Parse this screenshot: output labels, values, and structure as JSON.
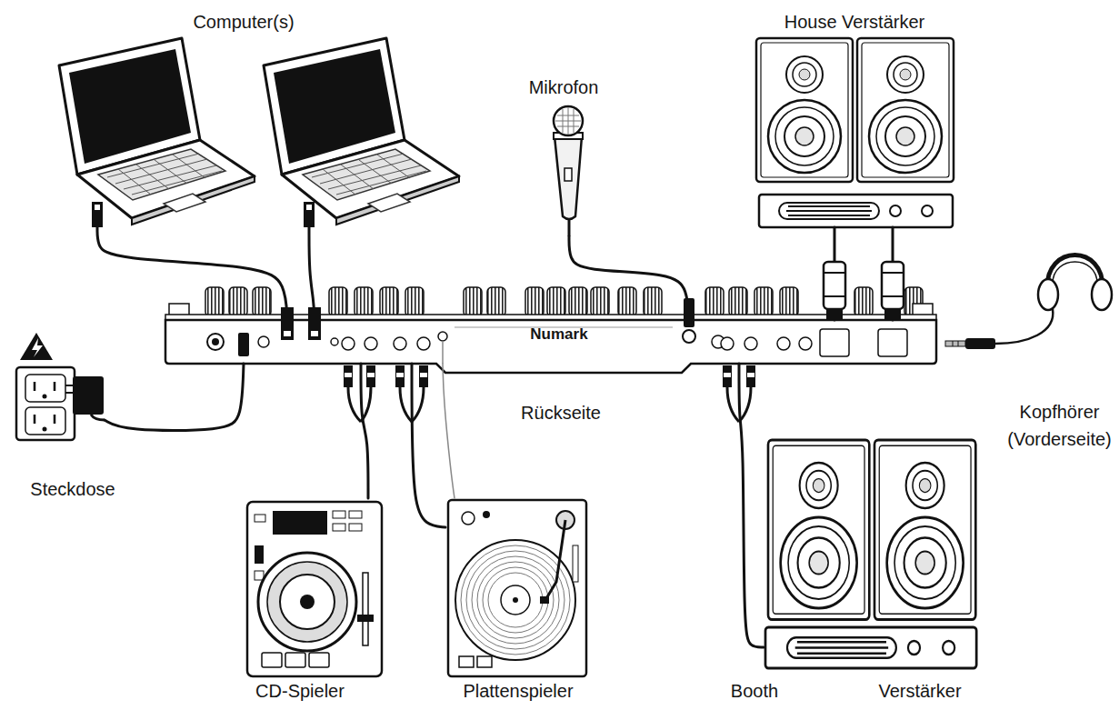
{
  "diagram": {
    "nodes": [
      {
        "text": [
          "Computer(s)"
        ]
      },
      {
        "text": [
          "House Verstärker"
        ]
      },
      {
        "text": [
          "Mikrofon"
        ]
      },
      {
        "text": [
          "Numark"
        ]
      },
      {
        "text": [
          "Kopfhörer (Vorderseite)"
        ]
      },
      {
        "text": [
          "Steckdose"
        ]
      },
      {
        "text": [
          "CD-Spieler"
        ]
      },
      {
        "text": [
          "Plattenspieler"
        ]
      },
      {
        "text": [
          "Booth",
          "Verstärker"
        ]
      }
    ],
    "edges": [
      {
        "from": 0,
        "to": 3,
        "arrow": "none"
      },
      {
        "from": 0,
        "to": 3,
        "arrow": "none"
      },
      {
        "from": 2,
        "to": 3,
        "arrow": "none"
      },
      {
        "from": 3,
        "to": 1,
        "arrow": "none"
      },
      {
        "from": 3,
        "to": 1,
        "arrow": "none"
      },
      {
        "from": 5,
        "to": 3,
        "arrow": "none"
      },
      {
        "from": 6,
        "to": 3,
        "arrow": "none"
      },
      {
        "from": 7,
        "to": 3,
        "arrow": "none"
      },
      {
        "from": 7,
        "to": 3,
        "arrow": "none"
      },
      {
        "from": 3,
        "to": 8,
        "arrow": "none"
      }
    ],
    "labels": [
      "Rückseite"
    ]
  }
}
